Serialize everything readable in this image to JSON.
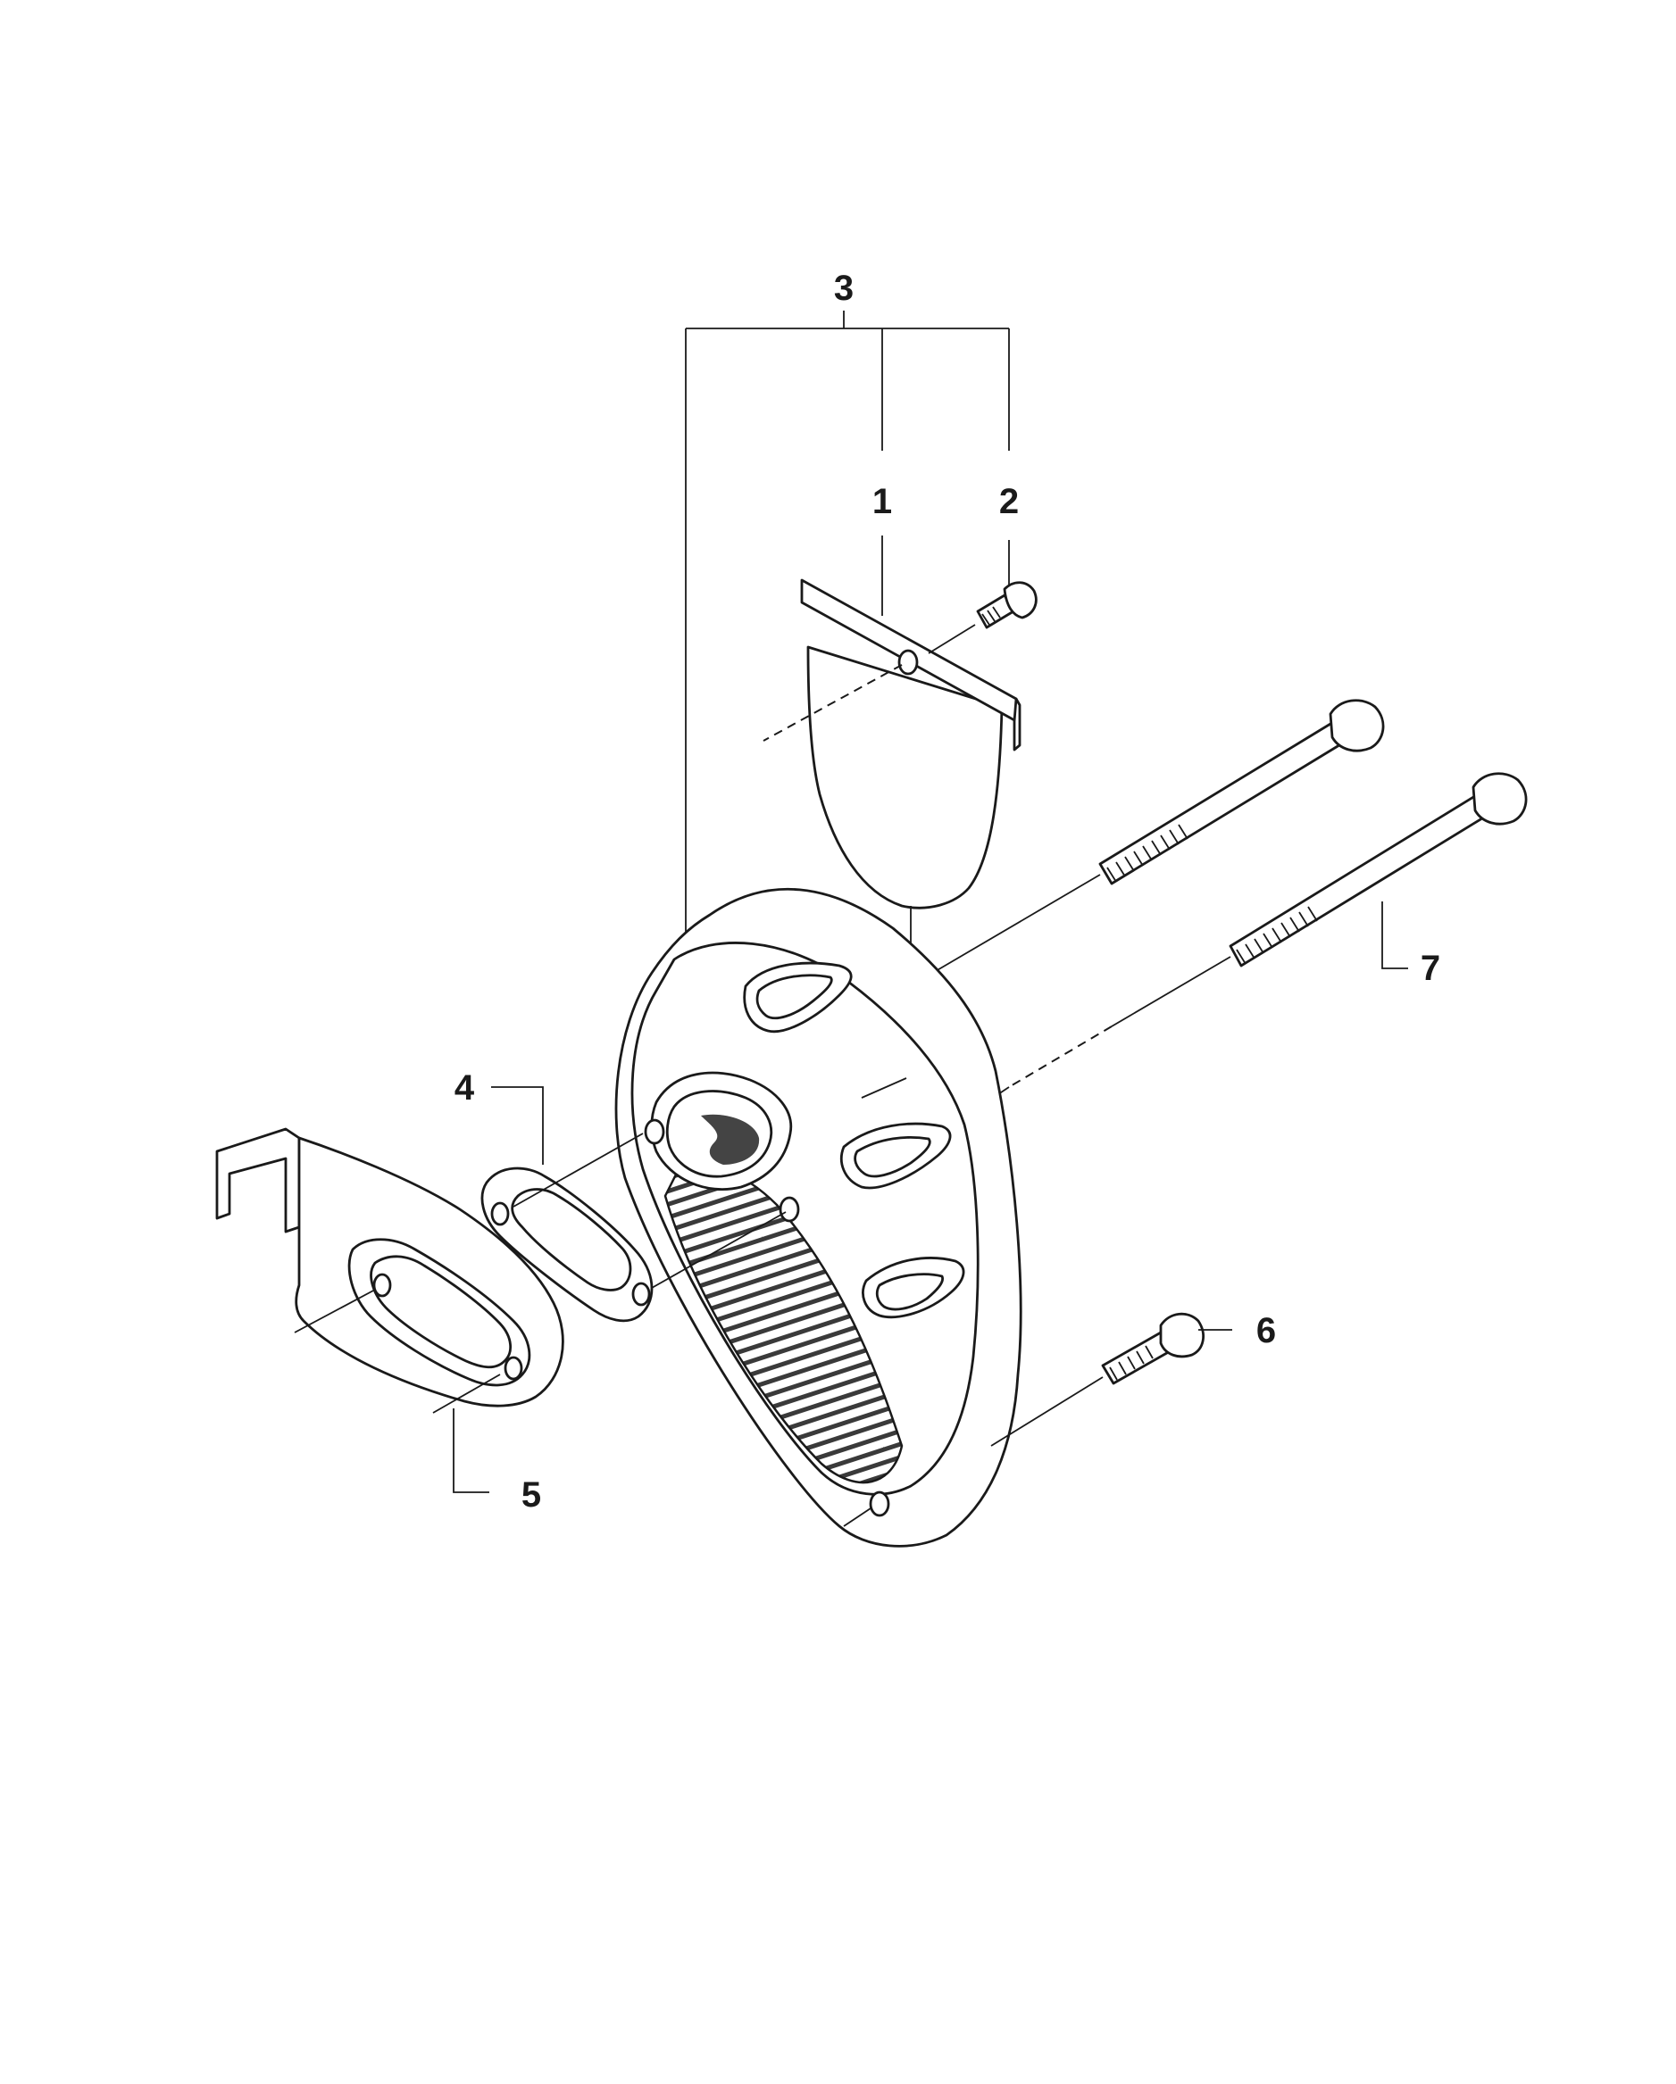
{
  "callouts": [
    {
      "id": "1",
      "label": "1"
    },
    {
      "id": "2",
      "label": "2"
    },
    {
      "id": "3",
      "label": "3"
    },
    {
      "id": "4",
      "label": "4"
    },
    {
      "id": "5",
      "label": "5"
    },
    {
      "id": "6",
      "label": "6"
    },
    {
      "id": "7",
      "label": "7"
    }
  ],
  "line_color": "#1a1a1a",
  "background": "#ffffff"
}
